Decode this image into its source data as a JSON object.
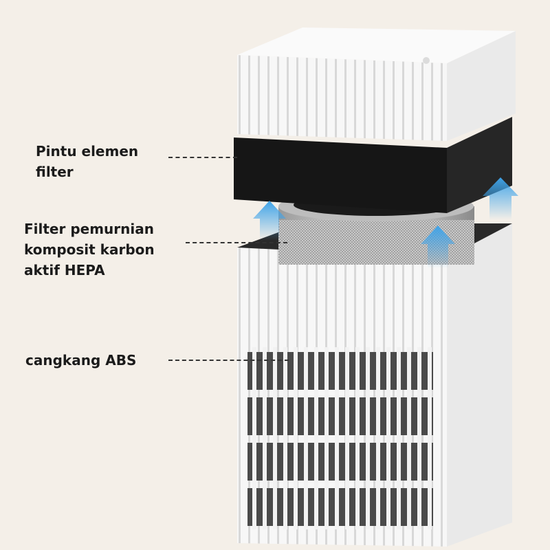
{
  "labels": {
    "filter_door": {
      "line1": "Pintu elemen",
      "line2": "filter"
    },
    "hepa_filter": {
      "line1": "Filter pemurnian",
      "line2": "komposit karbon",
      "line3": "aktif HEPA"
    },
    "shell": {
      "line1": "cangkang ABS"
    }
  },
  "colors": {
    "background": "#f4efe8",
    "arrow": "#3fa3e8",
    "body": "#ffffff",
    "door": "#151515"
  }
}
